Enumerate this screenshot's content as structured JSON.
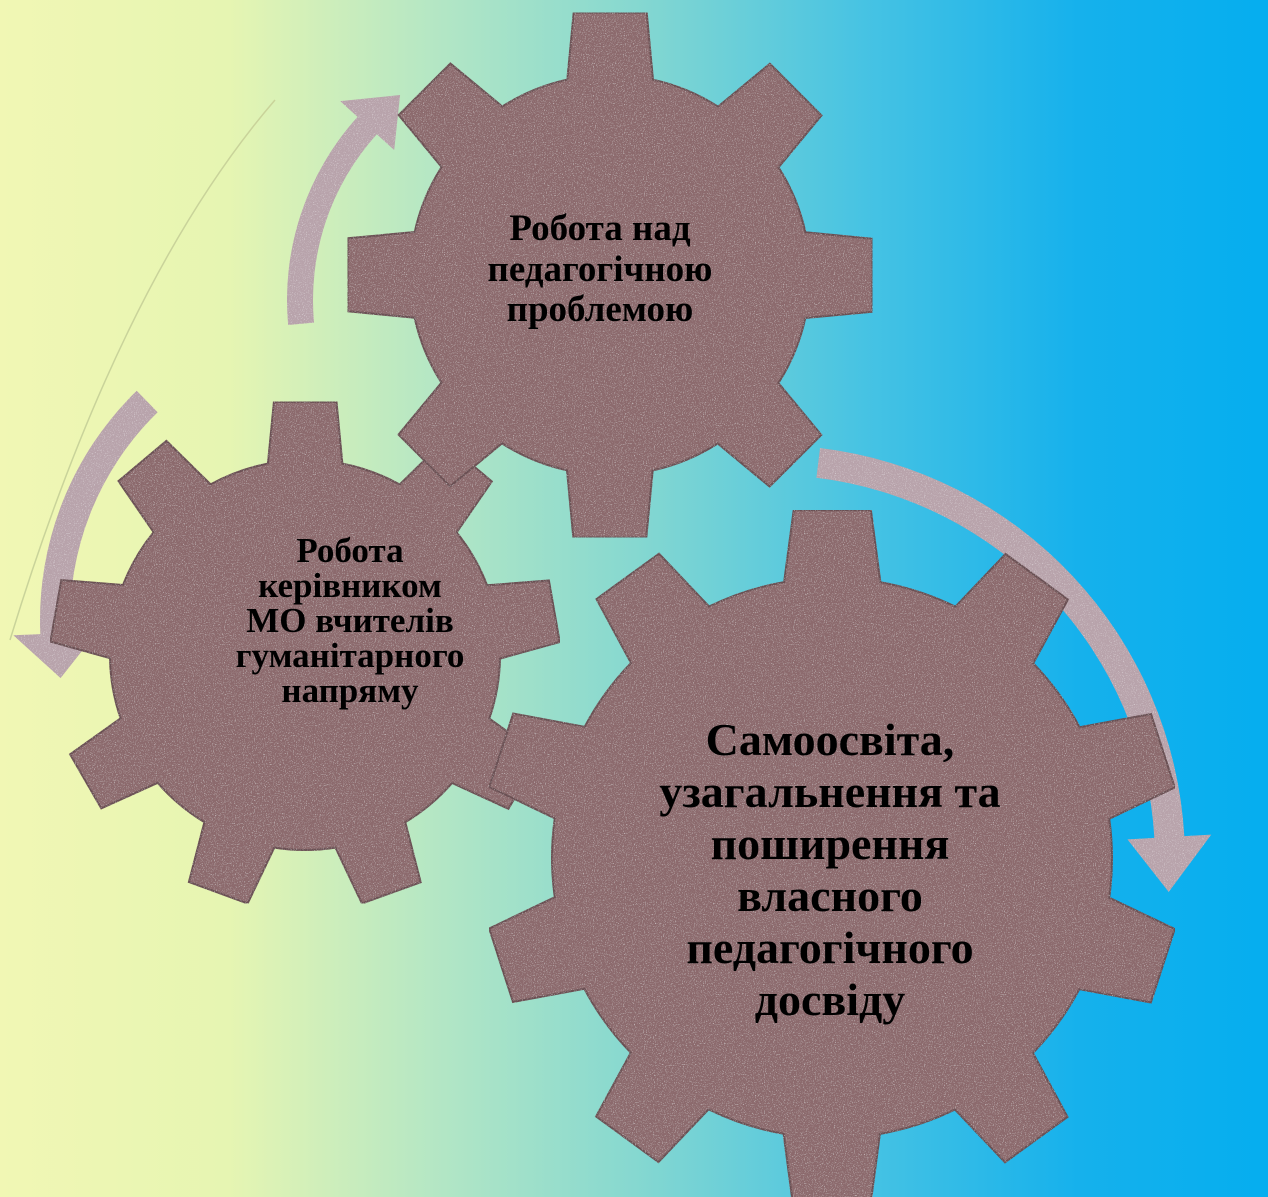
{
  "colors": {
    "gear_fill": "#8c6b6d",
    "gear_stroke": "#6a5052",
    "arrow_fill": "#b8a3ab",
    "background_left": "#f1f7b4",
    "background_right": "#05aeef"
  },
  "gears": [
    {
      "name": "gear-pedagogical-problem",
      "label": "Робота над\nпедагогічною\nпроблемою"
    },
    {
      "name": "gear-mo-head",
      "label": "Робота\nкерівником\nМО вчителів\nгуманітарного\nнапряму"
    },
    {
      "name": "gear-self-education",
      "label": "Самоосвіта,\nузагальнення та\nпоширення\nвласного\nпедагогічного\nдосвіду"
    }
  ]
}
